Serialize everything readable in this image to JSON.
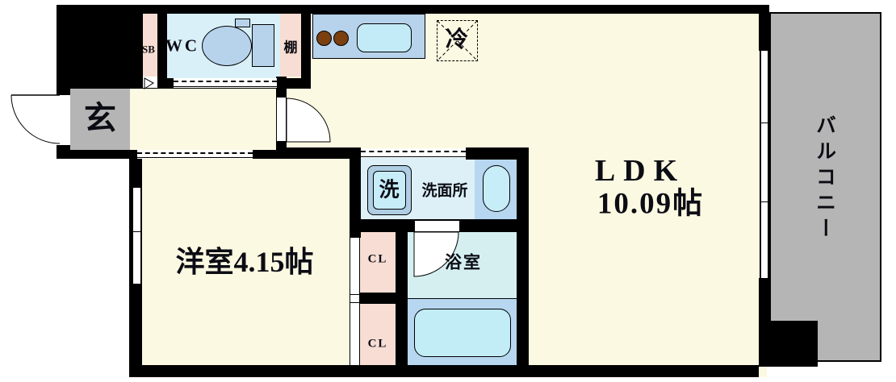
{
  "plan": {
    "rooms": {
      "entrance": "玄",
      "shoe_box": "SB",
      "toilet_room": "WC",
      "shelf": "棚",
      "refrigerator": "冷",
      "ldk_label": "LDK",
      "ldk_size": "10.09帖",
      "western_room": "洋室4.15帖",
      "washer": "洗",
      "washroom": "洗面所",
      "closet_upper": "CL",
      "closet_lower": "CL",
      "bathroom": "浴室",
      "balcony": "バルコニー"
    },
    "colors": {
      "wall_black": "#000000",
      "room_floor_cream": "#fcf9e2",
      "entrance_gray": "#b5b5b5",
      "balcony_gray": "#b5b5b5",
      "wet_area_blue": "#d9f0f8",
      "closet_pink": "#f7ddd3",
      "fixture_blue": "#b7d3ec",
      "sink_cyan": "#c2ebf7",
      "bath_lower_blue": "#b7d7f0",
      "burner_brown": "#7b3f10"
    }
  }
}
